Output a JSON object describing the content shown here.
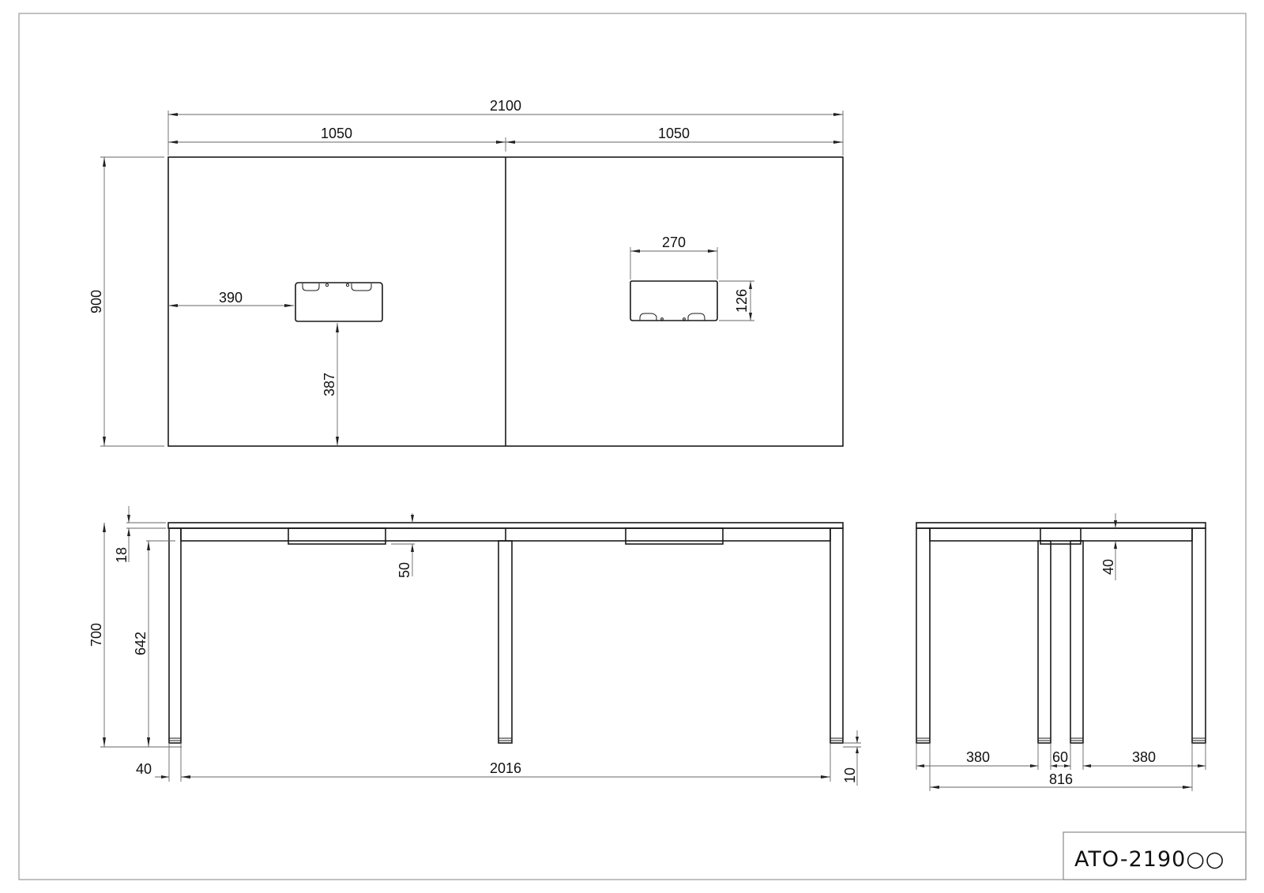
{
  "drawing": {
    "model_code": "ATO-2190OO",
    "model_code_display": "ATO-2190○○"
  },
  "plan_view": {
    "overall_width": "2100",
    "left_half_width": "1050",
    "right_half_width": "1050",
    "depth": "900",
    "left_grommet_offset_x": "390",
    "left_grommet_offset_y": "387",
    "right_grommet_width": "270",
    "right_grommet_depth": "126"
  },
  "front_view": {
    "top_thickness": "18",
    "overall_height": "700",
    "clear_height": "642",
    "apron_to_grommet": "50",
    "leg_width": "40",
    "leg_span": "2016",
    "adjuster_height": "10"
  },
  "side_view": {
    "apron_height": "40",
    "left_span": "380",
    "center_gap": "60",
    "right_span": "380",
    "overall_depth_inner": "816"
  }
}
